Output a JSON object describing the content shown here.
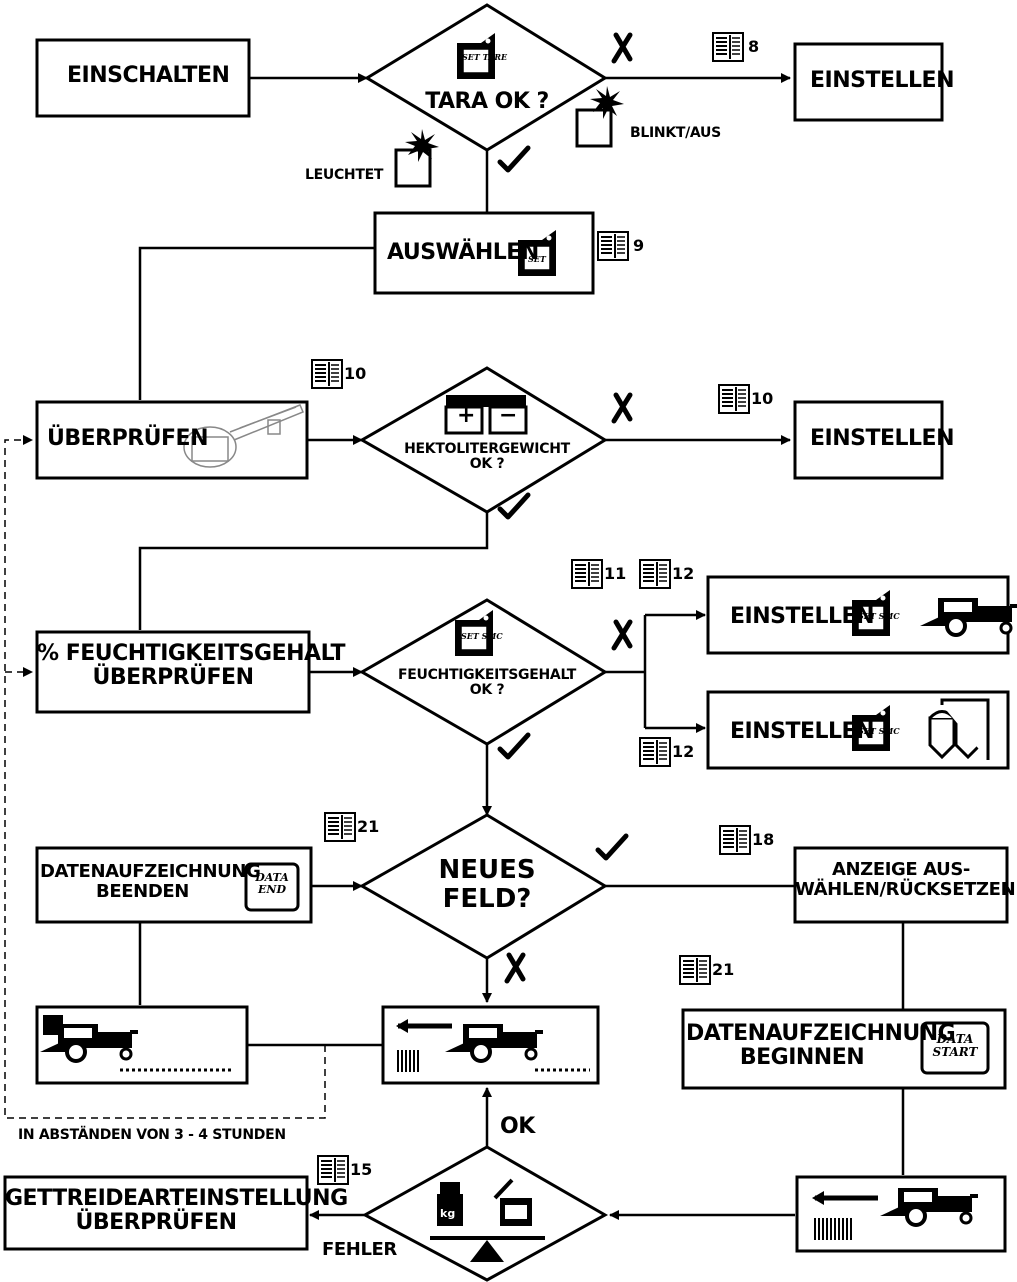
{
  "boxes": {
    "einschalten": "EINSCHALTEN",
    "einstellen_1": "EINSTELLEN",
    "auswaehlen": "AUSWÄHLEN",
    "ueberpruefen": "ÜBERPRÜFEN",
    "einstellen_2": "EINSTELLEN",
    "feuchte_line1": "% FEUCHTIGKEITSGEHALT",
    "feuchte_line2": "ÜBERPRÜFEN",
    "einstellen_3": "EINSTELLEN",
    "einstellen_4": "EINSTELLEN",
    "daten_beenden_line1": "DATENAUFZEICHNUNG",
    "daten_beenden_line2": "BEENDEN",
    "anzeige_line1": "ANZEIGE AUS-",
    "anzeige_line2": "WÄHLEN/RÜCKSETZEN",
    "daten_beginnen_line1": "DATENAUFZEICHNUNG",
    "daten_beginnen_line2": "BEGINNEN",
    "getreide_line1": "GETTREIDEARTEINSTELLUNG",
    "getreide_line2": "ÜBERPRÜFEN"
  },
  "decisions": {
    "tara": "TARA OK ?",
    "hekto_line1": "HEKTOLITERGEWICHT",
    "hekto_line2": "OK ?",
    "feuchte_line1": "FEUCHTIGKEITSGEHALT",
    "feuchte_line2": "OK ?",
    "neues_line1": "NEUES",
    "neues_line2": "FELD?"
  },
  "annotations": {
    "leuchtet": "LEUCHTET",
    "blinkt": "BLINKT/AUS",
    "intervall": "IN ABSTÄNDEN VON 3 - 4 STUNDEN",
    "ok": "OK",
    "fehler": "FEHLER"
  },
  "keys": {
    "set_tare": "SET TARE",
    "set": "SET",
    "set_smc": "SET SMC",
    "data_end_1": "DATA",
    "data_end_2": "END",
    "data_start_1": "DATA",
    "data_start_2": "START",
    "plus": "+",
    "minus": "−",
    "kg": "kg"
  },
  "page_refs": {
    "r8": "8",
    "r9": "9",
    "r10a": "10",
    "r10b": "10",
    "r11": "11",
    "r12a": "12",
    "r12b": "12",
    "r21a": "21",
    "r18": "18",
    "r21b": "21",
    "r15": "15"
  },
  "colors": {
    "ink": "#000000",
    "paper": "#ffffff"
  }
}
